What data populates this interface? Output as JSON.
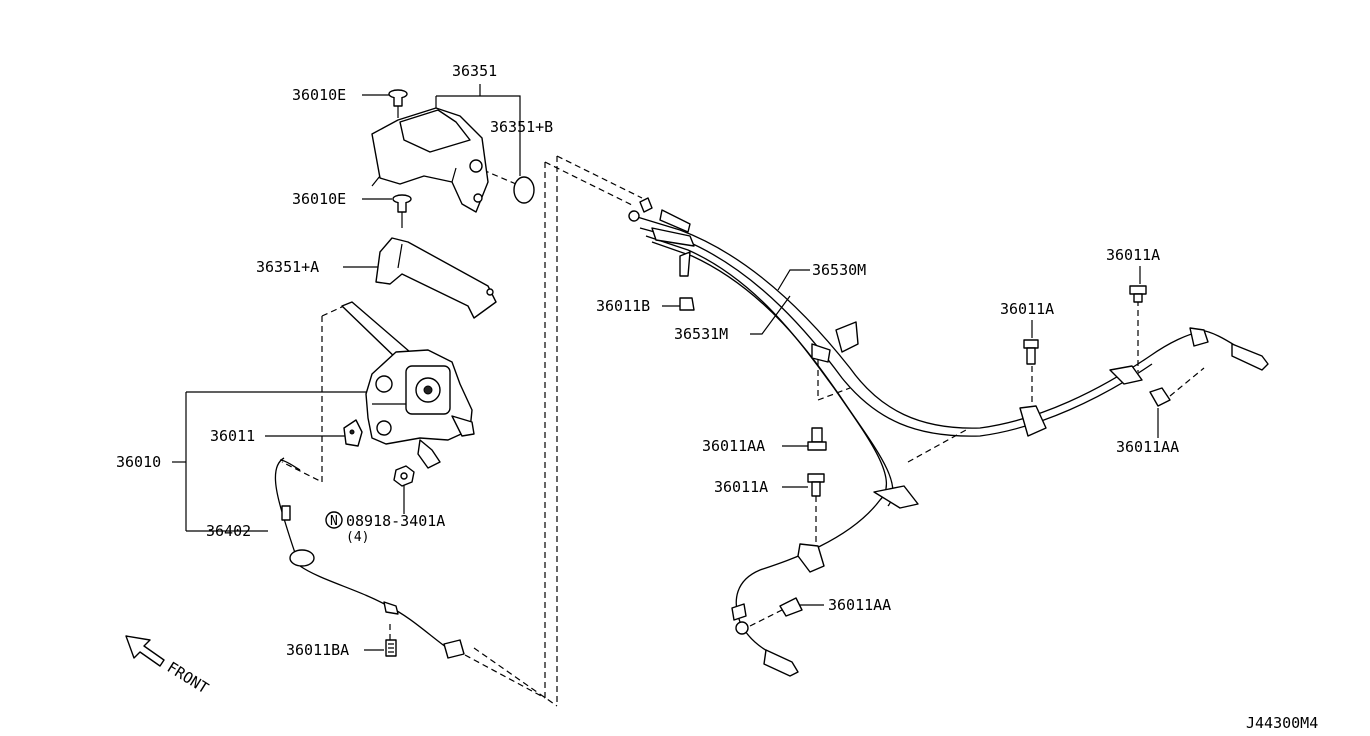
{
  "diagram": {
    "code": "J44300M4",
    "direction_label": "FRONT",
    "labels": {
      "l36351": "36351",
      "l36010E_top": "36010E",
      "l36351B": "36351+B",
      "l36010E_mid": "36010E",
      "l36351A": "36351+A",
      "l36010": "36010",
      "l36011": "36011",
      "l36402": "36402",
      "l08918": "08918-3401A",
      "l08918_qty": "(4)",
      "l08918_prefix": "N",
      "l36011BA": "36011BA",
      "l36011B": "36011B",
      "l36531M": "36531M",
      "l36530M": "36530M",
      "l36011AA_c": "36011AA",
      "l36011A_c": "36011A",
      "l36011AA_b": "36011AA",
      "l36011A_r1": "36011A",
      "l36011A_r2": "36011A",
      "l36011AA_r": "36011AA"
    }
  }
}
